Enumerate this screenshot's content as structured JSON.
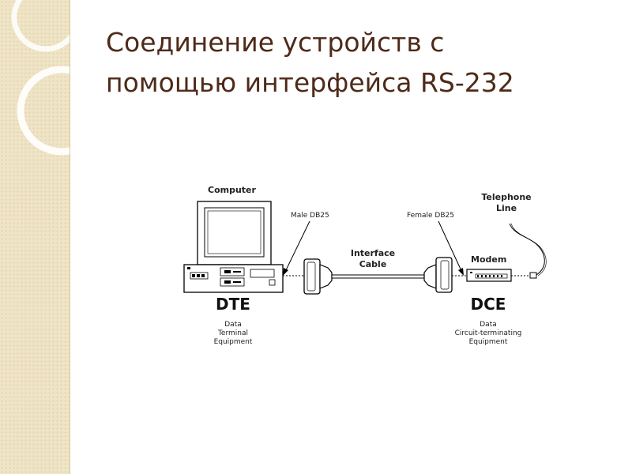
{
  "slide": {
    "title_line1": "Соединение устройств с",
    "title_line2": "помощью интерфейса RS-232",
    "colors": {
      "title": "#4e2a19",
      "sidebar": "#efe4c6",
      "ring": "#ffffff"
    }
  },
  "diagram": {
    "computer_label": "Computer",
    "male_label": "Male DB25",
    "cable_label_line1": "Interface",
    "cable_label_line2": "Cable",
    "female_label": "Female DB25",
    "telephone_line1": "Telephone",
    "telephone_line2": "Line",
    "modem_label": "Modem",
    "dte_title": "DTE",
    "dte_desc1": "Data",
    "dte_desc2": "Terminal",
    "dte_desc3": "Equipment",
    "dce_title": "DCE",
    "dce_desc1": "Data",
    "dce_desc2": "Circuit-terminating",
    "dce_desc3": "Equipment"
  }
}
